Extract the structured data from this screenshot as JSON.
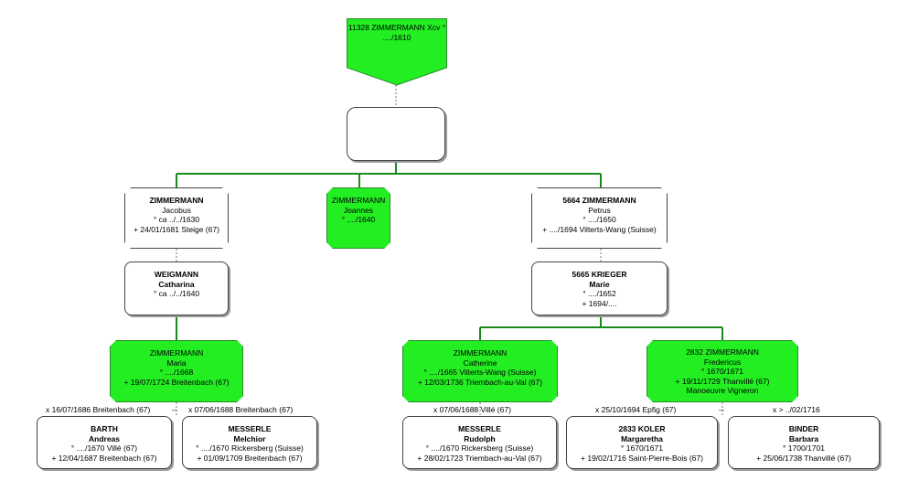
{
  "root": {
    "line1": "11328 ZIMMERMANN",
    "line2": "Xcv",
    "line3": "° ..../1610"
  },
  "children": {
    "jacobus": {
      "name": "ZIMMERMANN",
      "first": "Jacobus",
      "birth": "° ca ../../1630",
      "death": "+ 24/01/1681 Steige (67)"
    },
    "joannes": {
      "name": "ZIMMERMANN",
      "first": "Joannes",
      "birth": "° ..../1640"
    },
    "petrus": {
      "name": "5664 ZIMMERMANN",
      "first": "Petrus",
      "birth": "° ..../1650",
      "death": "+ ..../1694 Vilterts-Wang (Suisse)"
    }
  },
  "spouses": {
    "catharina": {
      "name": "WEIGMANN",
      "first": "Catharina",
      "birth": "° ca ../../1640"
    },
    "marie": {
      "name": "5665 KRIEGER",
      "first": "Marie",
      "birth": "° ..../1652",
      "death": "+ 1694/...."
    }
  },
  "grandchildren": {
    "maria": {
      "name": "ZIMMERMANN",
      "first": "Maria",
      "birth": "° ..../1668",
      "death": "+ 19/07/1724 Breitenbach (67)"
    },
    "catherine": {
      "name": "ZIMMERMANN",
      "first": "Catherine",
      "birth": "° ..../1665 Vilterts-Wang (Suisse)",
      "death": "+ 12/03/1736 Triembach-au-Val (67)"
    },
    "fredericus": {
      "name": "2832 ZIMMERMANN",
      "first": "Fredericus",
      "birth": "° 1670/1671",
      "death": "+ 19/11/1729 Thanvillé (67)",
      "occupation": "Manoeuvre Vigneron"
    }
  },
  "marriages": {
    "m1": "x 16/07/1686 Breitenbach (67)",
    "m2": "x 07/06/1688 Breitenbach (67)",
    "m3": "x 07/06/1688 Villé (67)",
    "m4": "x 25/10/1694 Epfig (67)",
    "m5": "x > ../02/1716",
    "sep": "--"
  },
  "gspouses": {
    "barth": {
      "name": "BARTH",
      "first": "Andreas",
      "birth": "° ..../1670 Villé (67)",
      "death": "+ 12/04/1687 Breitenbach (67)"
    },
    "messerle_m": {
      "name": "MESSERLE",
      "first": "Melchior",
      "birth": "° ..../1670 Rickersberg (Suisse)",
      "death": "+ 01/09/1709 Breitenbach (67)"
    },
    "messerle_r": {
      "name": "MESSERLE",
      "first": "Rudolph",
      "birth": "° ..../1670 Rickersberg (Suisse)",
      "death": "+ 28/02/1723 Triembach-au-Val (67)"
    },
    "koler": {
      "name": "2833 KOLER",
      "first": "Margaretha",
      "birth": "° 1670/1671",
      "death": "+ 19/02/1716 Saint-Pierre-Bois (67)"
    },
    "binder": {
      "name": "BINDER",
      "first": "Barbara",
      "birth": "° 1700/1701",
      "death": "+ 25/06/1738 Thanvillé (67)"
    }
  },
  "colors": {
    "line": "#1a8a1a",
    "highlight": "#22ee22",
    "dashed": "#777777"
  }
}
